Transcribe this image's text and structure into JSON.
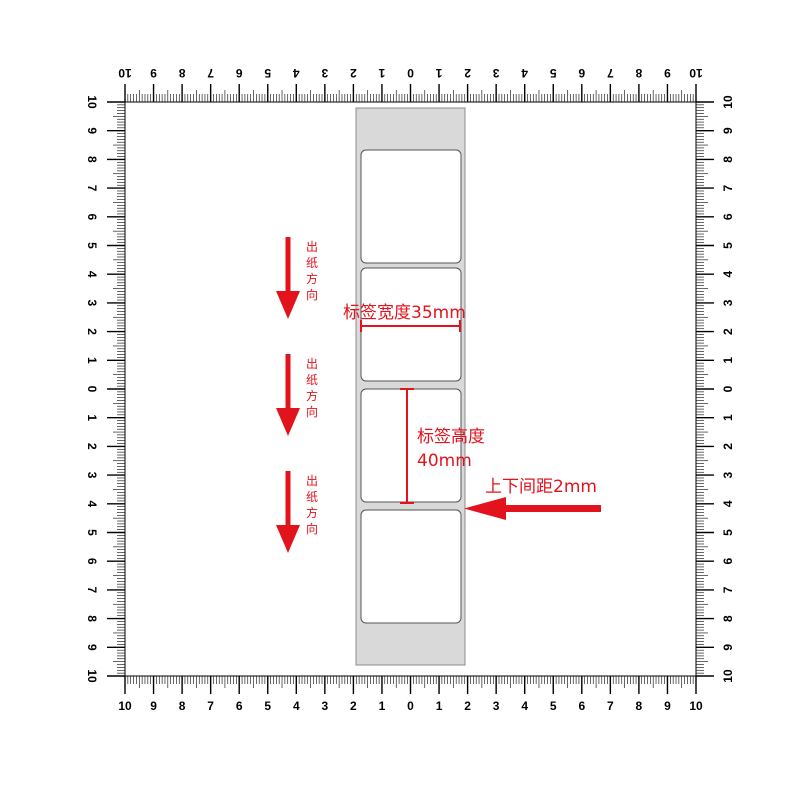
{
  "diagram": {
    "ruler_numbers": [
      "10",
      "9",
      "8",
      "7",
      "6",
      "5",
      "4",
      "3",
      "2",
      "1",
      "0",
      "1",
      "2",
      "3",
      "4",
      "5",
      "6",
      "7",
      "8",
      "9",
      "10"
    ],
    "feed_direction_chars": [
      "出",
      "纸",
      "方",
      "向"
    ],
    "annotations": {
      "label_width": "标签宽度35mm",
      "label_height_line1": "标签高度",
      "label_height_line2": "40mm",
      "gap": "上下间距2mm"
    },
    "colors": {
      "accent": "#e3131d",
      "liner": "#d9d9d9",
      "label": "#ffffff",
      "ruler": "#000000"
    }
  }
}
